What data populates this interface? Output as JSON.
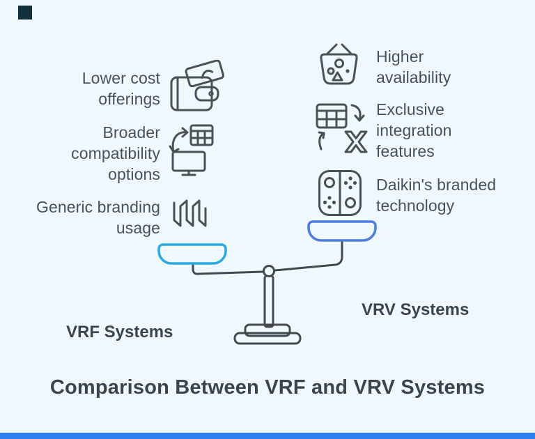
{
  "theme": {
    "background": "#eff9fd",
    "text_color": "#4a5056",
    "heading_color": "#3c444b",
    "icon_stroke": "#4b5054",
    "scale_stroke": "#45494e",
    "accent_square_color": "#14303e",
    "bottom_bar_color": "#2e7ef2"
  },
  "title": "Comparison Between VRF and VRV Systems",
  "left_column": {
    "label": "VRF Systems",
    "pan_color": "#29abe2",
    "items": [
      {
        "text": "Lower cost offerings",
        "icon": "wallet-money-icon"
      },
      {
        "text": "Broader compatibility options",
        "icon": "display-sync-icon"
      },
      {
        "text": "Generic branding usage",
        "icon": "abstract-brand-icon"
      }
    ]
  },
  "right_column": {
    "label": "VRV Systems",
    "pan_color": "#4b7ce4",
    "items": [
      {
        "text": "Higher availability",
        "icon": "basket-shapes-icon"
      },
      {
        "text": "Exclusive integration features",
        "icon": "table-convert-icon"
      },
      {
        "text": "Daikin's branded technology",
        "icon": "game-controller-icon"
      }
    ]
  }
}
